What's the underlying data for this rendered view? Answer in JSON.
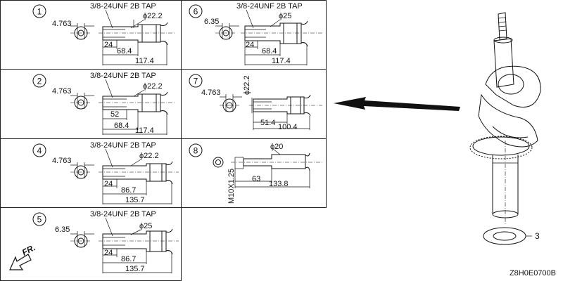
{
  "panels": [
    {
      "id": "1",
      "tap": "3/8-24UNF 2B TAP",
      "offset": "4.763",
      "dia": "ϕ22.2",
      "dims": [
        "24",
        "68.4",
        "117.4"
      ]
    },
    {
      "id": "2",
      "tap": "3/8-24UNF 2B TAP",
      "offset": "4.763",
      "dia": "ϕ22.2",
      "dims": [
        "52",
        "68.4",
        "117.4"
      ]
    },
    {
      "id": "4",
      "tap": "3/8-24UNF 2B TAP",
      "offset": "4.763",
      "dia": "ϕ22.2",
      "dims": [
        "24",
        "86.7",
        "135.7"
      ]
    },
    {
      "id": "5",
      "tap": "3/8-24UNF 2B TAP",
      "offset": "6.35",
      "dia": "ϕ25",
      "dims": [
        "24",
        "86.7",
        "135.7"
      ]
    },
    {
      "id": "6",
      "tap": "3/8-24UNF 2B TAP",
      "offset": "6.35",
      "dia": "ϕ25",
      "dims": [
        "24",
        "68.4",
        "117.4"
      ]
    },
    {
      "id": "7",
      "offset": "4.763",
      "dia": "ϕ22.2",
      "dims": [
        "51.4",
        "100.4"
      ]
    },
    {
      "id": "8",
      "thread": "M10X1.25",
      "dia": "ϕ20",
      "dims": [
        "63",
        "133.8"
      ]
    }
  ],
  "part_number": "3",
  "direction_label": "FR.",
  "figure_code": "Z8H0E0700B"
}
